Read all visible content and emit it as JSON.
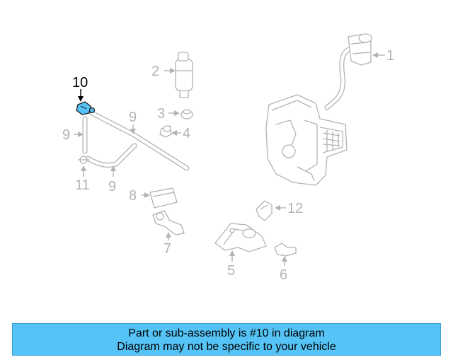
{
  "diagram": {
    "callouts": [
      {
        "id": "1",
        "label": "1"
      },
      {
        "id": "2",
        "label": "2"
      },
      {
        "id": "3",
        "label": "3"
      },
      {
        "id": "4",
        "label": "4"
      },
      {
        "id": "5",
        "label": "5"
      },
      {
        "id": "6",
        "label": "6"
      },
      {
        "id": "7",
        "label": "7"
      },
      {
        "id": "8",
        "label": "8"
      },
      {
        "id": "9a",
        "label": "9"
      },
      {
        "id": "9b",
        "label": "9"
      },
      {
        "id": "9c",
        "label": "9"
      },
      {
        "id": "10",
        "label": "10"
      },
      {
        "id": "11",
        "label": "11"
      },
      {
        "id": "12",
        "label": "12"
      }
    ],
    "highlighted_part": "10",
    "highlight_color": "#55c3f5",
    "line_color": "#b3b3b3"
  },
  "banner": {
    "line1": "Part or sub-assembly is #10 in diagram",
    "line2": "Diagram may not be specific to your vehicle",
    "background": "#55c3f5"
  }
}
